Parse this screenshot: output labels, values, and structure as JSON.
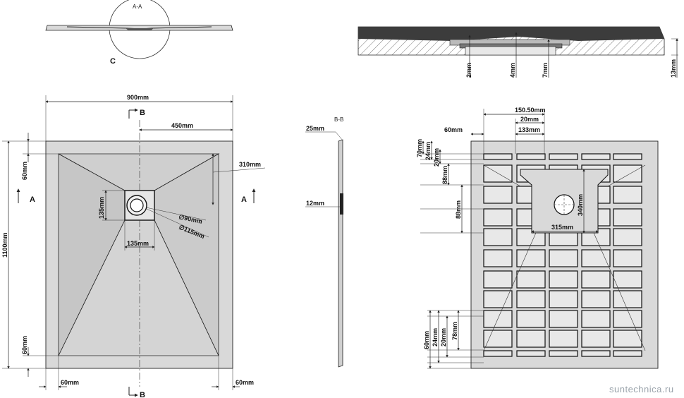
{
  "sections": {
    "aa": "A-A",
    "c": "C",
    "b": "B",
    "a": "A",
    "bb": "B-B"
  },
  "plan_dims": {
    "width": "900mm",
    "height": "1100mm",
    "half_width": "450mm",
    "slope_depth": "310mm",
    "top_margin": "60mm",
    "bottom_margin": "60mm",
    "left_margin": "60mm",
    "right_margin": "60mm",
    "drain_w": "135mm",
    "drain_h": "135mm",
    "d90": "∅90mm",
    "d115": "∅115mm"
  },
  "detail_dims": {
    "d2": "2mm",
    "d4": "4mm",
    "d7": "7mm",
    "d13": "13mm"
  },
  "bb_dims": {
    "d25": "25mm",
    "d12": "12mm"
  },
  "bottom_dims": {
    "d150": "150.50mm",
    "d20t": "20mm",
    "d133": "133mm",
    "d60t": "60mm",
    "left_top": [
      "70mm",
      "24mm",
      "20mm",
      "88mm",
      "88mm"
    ],
    "d340": "340mm",
    "d315": "315mm",
    "left_bottom": [
      "60mm",
      "24mm",
      "20mm",
      "78mm"
    ]
  },
  "watermark": "suntechnica.ru",
  "colors": {
    "tray_fill": "#d9d9d9",
    "slope_fill": "#c9c9c9",
    "line": "#222222",
    "watermark": "#9aa3ab"
  }
}
